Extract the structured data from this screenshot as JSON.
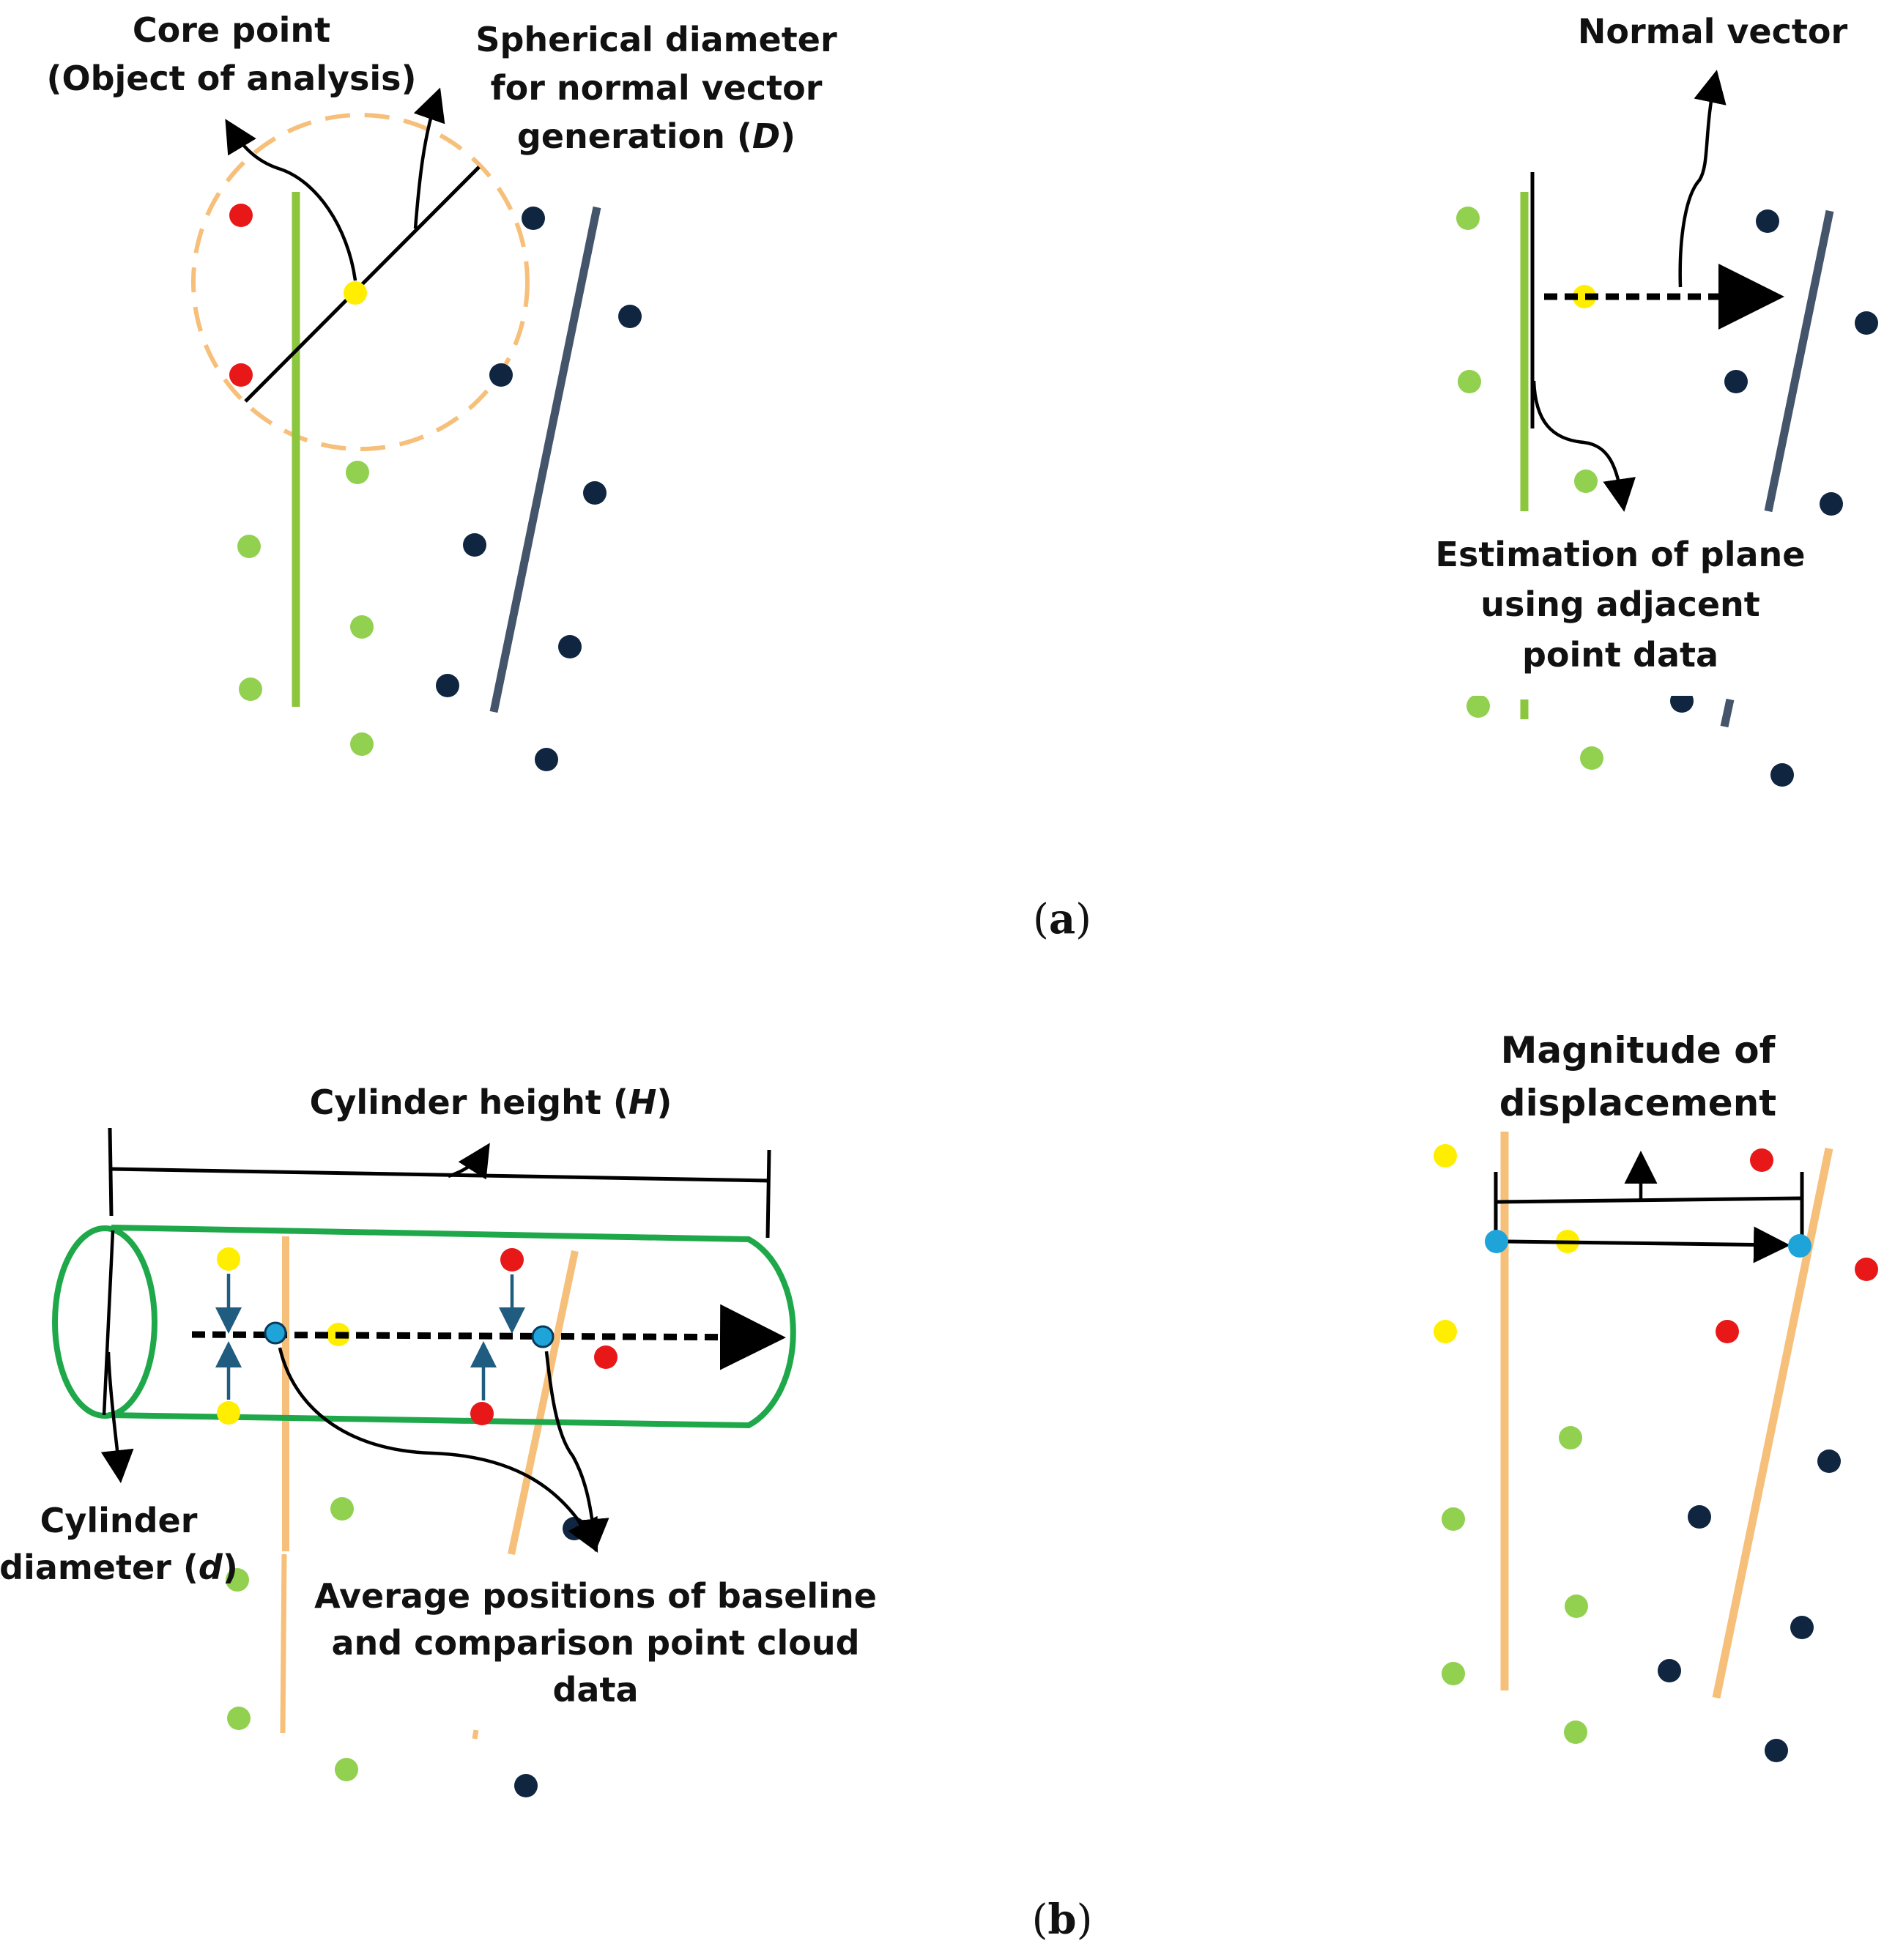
{
  "colors": {
    "green_point": "#92d050",
    "dark_point": "#0f2540",
    "red_point": "#e81818",
    "yellow_point": "#ffee00",
    "cyan_point": "#1ea4d8",
    "green_line": "#8cc63f",
    "slate_line": "#44546a",
    "orange": "#f6bf7a",
    "cylinder_green": "#1fa84a",
    "small_arrow": "#1f5c80",
    "black": "#000000"
  },
  "panel_a": {
    "core_point_label": [
      "Core point",
      "(Object of analysis)"
    ],
    "sphere_label": [
      "Spherical diameter",
      "for normal vector",
      "generation ("
    ],
    "sphere_symbol": "D",
    "sphere_close": ")",
    "normal_vector_label": "Normal vector",
    "plane_label": [
      "Estimation of plane",
      "using adjacent",
      "point data"
    ],
    "caption": {
      "open": "(",
      "letter": "a",
      "close": ")"
    }
  },
  "panel_b": {
    "cylinder_height_label": {
      "text": "Cylinder height (",
      "symbol": "H",
      "close": ")"
    },
    "cylinder_diameter_label": {
      "line1": "Cylinder",
      "line2_text": "diameter (",
      "symbol": "d",
      "close": ")"
    },
    "average_label": [
      "Average positions of baseline",
      "and comparison point cloud",
      "data"
    ],
    "magnitude_label": [
      "Magnitude of",
      "displacement"
    ],
    "caption": {
      "open": "(",
      "letter": "b",
      "close": ")"
    }
  }
}
